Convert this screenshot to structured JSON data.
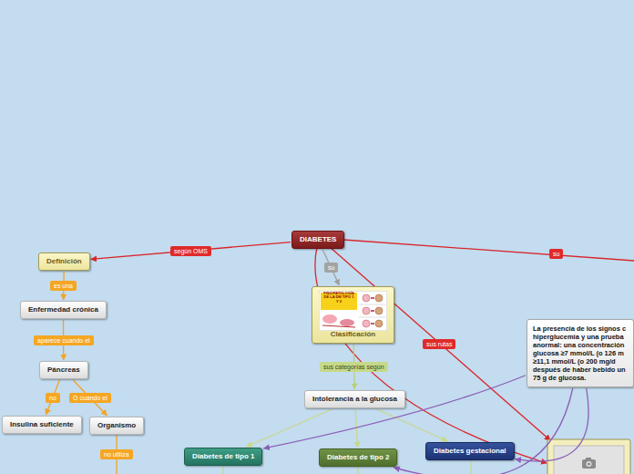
{
  "diagram": {
    "nodes": [
      {
        "text": [
          "DIABETES"
        ]
      },
      {
        "text": [
          "Definición"
        ]
      },
      {
        "text": [
          "Enfermedad crónica"
        ]
      },
      {
        "text": [
          "Páncreas"
        ]
      },
      {
        "text": [
          "Insulina suficiente"
        ]
      },
      {
        "text": [
          "Organismo"
        ]
      },
      {
        "text": [
          "Clasificación"
        ]
      },
      {
        "text": [
          "Intolerancia a la glucosa"
        ]
      },
      {
        "text": [
          "Diabetes de tipo 1"
        ]
      },
      {
        "text": [
          "Diabetes de tipo 2"
        ]
      },
      {
        "text": [
          "Diabetes gestacional"
        ]
      },
      {
        "text": [
          "La presencia de los signos c hiperglucemia y una prueba anormal: una concentración glucosa ≥7 mmol/L (o 126 m ≥11,1 mmol/L (o 200 mg/d después de haber bebido un 75 g de glucosa."
        ]
      }
    ],
    "edges": [
      {
        "from": 0,
        "to": 1,
        "label": "según OMS",
        "arrow": "to"
      },
      {
        "from": 1,
        "to": 2,
        "label": "es una",
        "arrow": "to"
      },
      {
        "from": 2,
        "to": 3,
        "label": "aparece cuando el",
        "arrow": "to"
      },
      {
        "from": 3,
        "to": 4,
        "label": "no",
        "arrow": "to"
      },
      {
        "from": 3,
        "to": 5,
        "label": "O cuando el",
        "arrow": "to"
      },
      {
        "from": 0,
        "to": 6,
        "label": "su",
        "arrow": "to"
      },
      {
        "from": 6,
        "to": 7,
        "label": "sus categorías según",
        "arrow": "to"
      },
      {
        "from": 7,
        "to": 8,
        "arrow": "to"
      },
      {
        "from": 7,
        "to": 9,
        "arrow": "to"
      },
      {
        "from": 7,
        "to": 10,
        "arrow": "to"
      },
      {
        "from": 11,
        "to": 8,
        "arrow": "to"
      },
      {
        "from": 11,
        "to": 9,
        "arrow": "to"
      },
      {
        "from": 11,
        "to": 10,
        "arrow": "to"
      }
    ],
    "labels": [
      "su",
      "sus rutas",
      "no utiliza",
      "FISIOPATOLOGÍA DE LA DM TIPO 1 Y 2"
    ]
  }
}
